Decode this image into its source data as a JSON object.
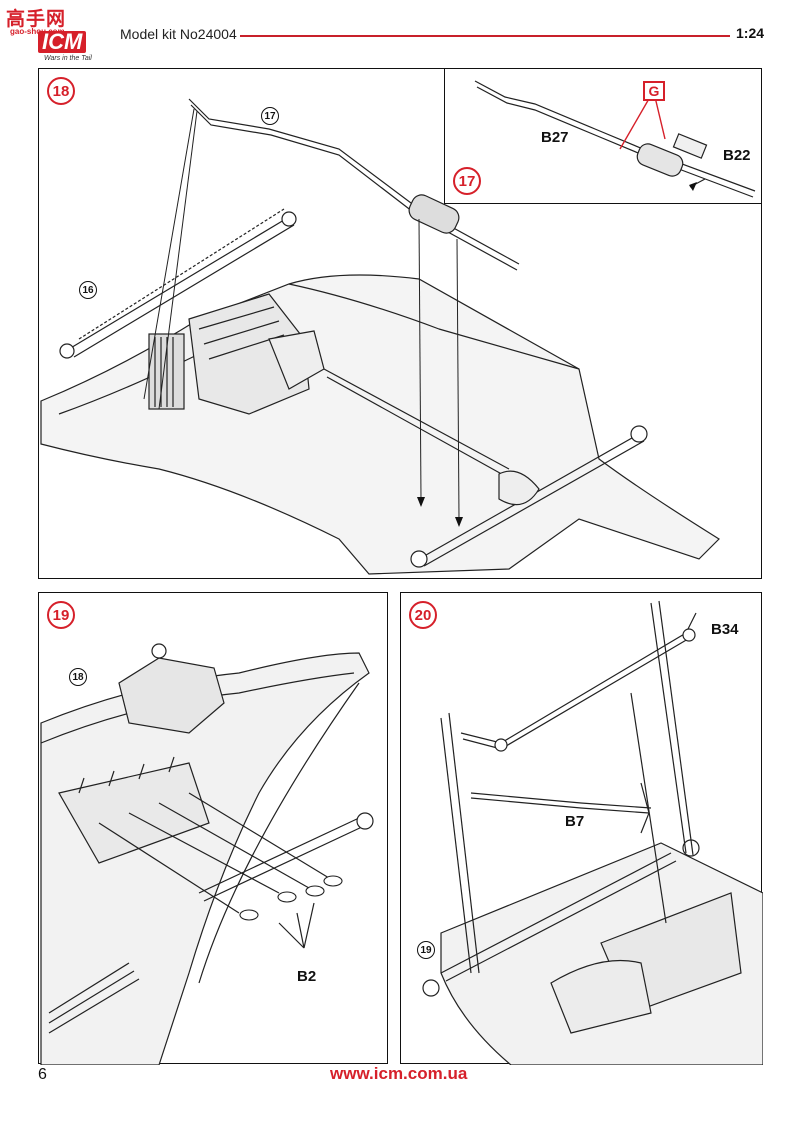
{
  "header": {
    "logo_cn": "高手网",
    "logo_url": "gao-shou.com",
    "logo_brand": "ICM",
    "logo_tagline": "Wars in the Tail",
    "title": "Model kit No24004",
    "scale": "1:24"
  },
  "steps": {
    "s18": {
      "number": "18",
      "refs": [
        "17",
        "16"
      ]
    },
    "s17_inset": {
      "number": "17",
      "parts": [
        "B27",
        "B22"
      ],
      "glue": "G"
    },
    "s19": {
      "number": "19",
      "refs": [
        "18"
      ],
      "parts": [
        "B2"
      ]
    },
    "s20": {
      "number": "20",
      "refs": [
        "19"
      ],
      "parts": [
        "B34",
        "B7"
      ]
    }
  },
  "footer": {
    "page_number": "6",
    "url": "www.icm.com.ua"
  }
}
